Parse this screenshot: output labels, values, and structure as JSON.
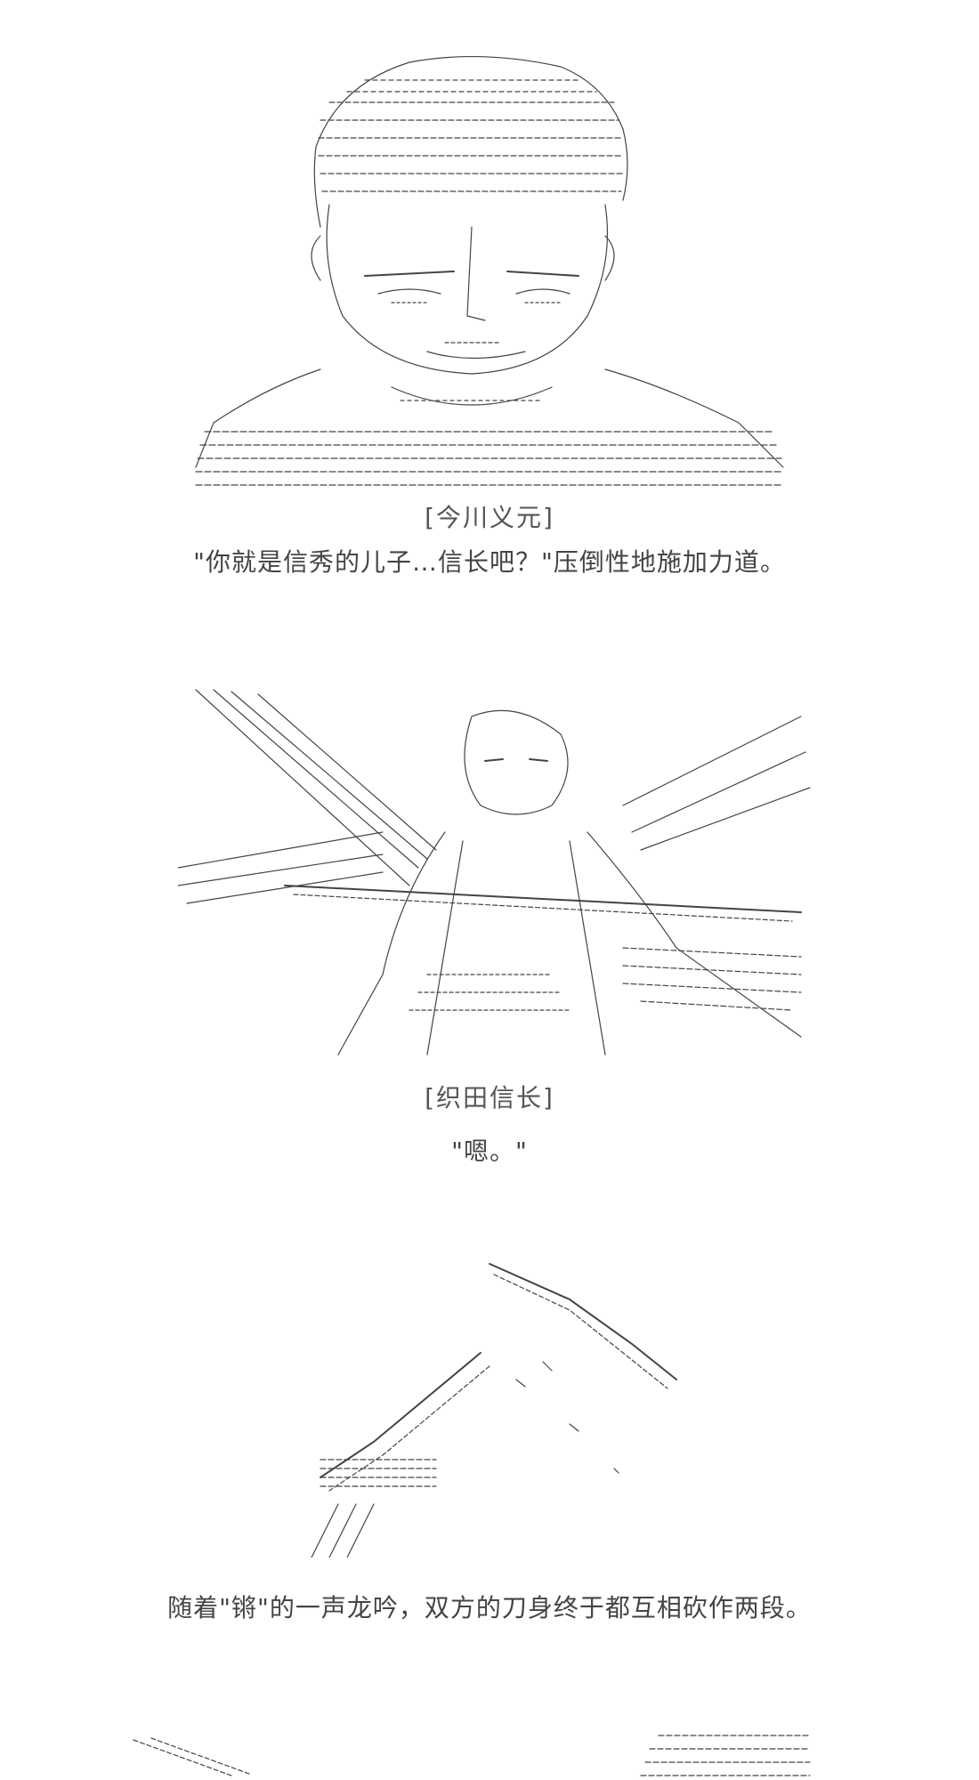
{
  "colors": {
    "background": "#ffffff",
    "ink": "#333333",
    "label_ink": "#555555"
  },
  "panels": [
    {
      "speaker": "[今川义元]",
      "line": "\"你就是信秀的儿子…信长吧？\"压倒性地施加力道。"
    },
    {
      "speaker": "[织田信长]",
      "line": "\"嗯。\""
    },
    {
      "line": "随着\"锵\"的一声龙吟，双方的刀身终于都互相砍作两段。"
    }
  ]
}
